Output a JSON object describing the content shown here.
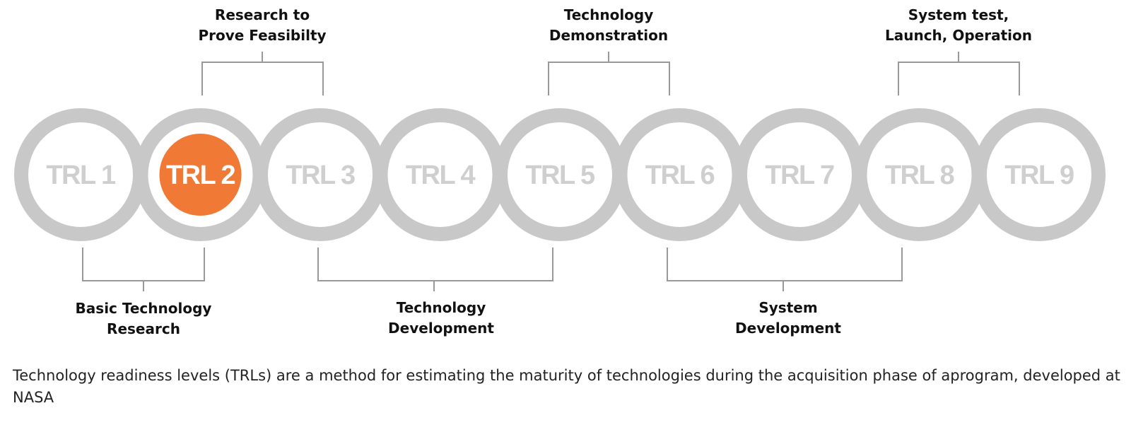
{
  "levels": [
    {
      "label": "TRL 1"
    },
    {
      "label": "TRL 2"
    },
    {
      "label": "TRL 3"
    },
    {
      "label": "TRL 4"
    },
    {
      "label": "TRL 5"
    },
    {
      "label": "TRL 6"
    },
    {
      "label": "TRL 7"
    },
    {
      "label": "TRL 8"
    },
    {
      "label": "TRL 9"
    }
  ],
  "current_level": "TRL 2",
  "top_groups": [
    {
      "line1": "Research to",
      "line2": "Prove Feasibilty"
    },
    {
      "line1": "Technology",
      "line2": "Demonstration"
    },
    {
      "line1": "System test,",
      "line2": "Launch, Operation"
    }
  ],
  "bottom_groups": [
    {
      "line1": "Basic Technology",
      "line2": "Research"
    },
    {
      "line1": "Technology",
      "line2": "Development"
    },
    {
      "line1": "System",
      "line2": "Development"
    }
  ],
  "caption": "Technology readiness levels (TRLs) are a method for estimating the maturity of technologies during the acquisition phase of aprogram, developed at NASA",
  "colors": {
    "ring": "#c8c8c8",
    "inactive_text": "#cfcfcf",
    "highlight": "#f07a35",
    "highlight_text": "#ffffff",
    "bracket": "#999999"
  }
}
